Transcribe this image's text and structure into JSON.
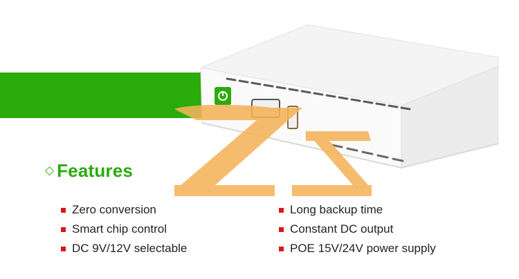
{
  "features": {
    "title": "Features",
    "left_items": [
      "Zero conversion",
      "Smart chip control",
      "DC 9V/12V selectable"
    ],
    "right_items": [
      "Long backup time",
      "Constant DC output",
      "POE 15V/24V power supply"
    ]
  },
  "colors": {
    "accent_green": "#2bab0c",
    "bullet_red": "#d61a1a",
    "watermark_orange": "#f5b35a"
  },
  "icons": [
    "diamond-outline-icon",
    "red-square-bullet-icon",
    "power-icon"
  ],
  "watermark": "ZS"
}
